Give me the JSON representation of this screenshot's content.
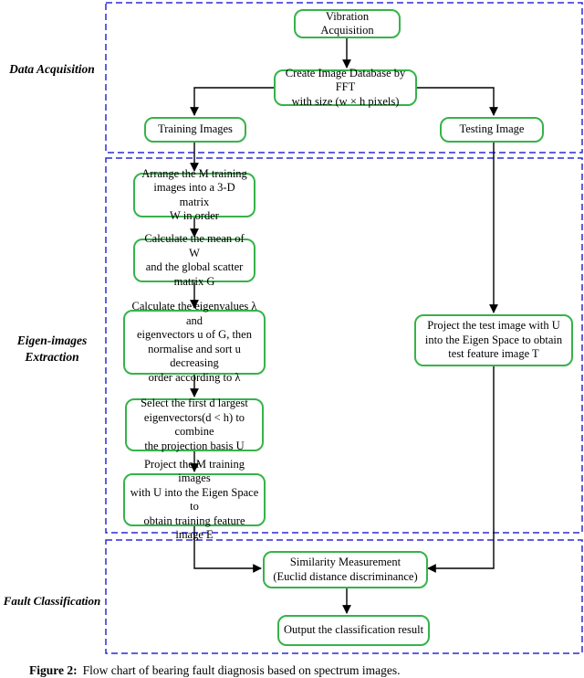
{
  "stages": {
    "acquisition": "Data Acquisition",
    "eigen_line1": "Eigen-images",
    "eigen_line2": "Extraction",
    "classification": "Fault Classification"
  },
  "nodes": {
    "vibration": [
      "Vibration Acquisition"
    ],
    "database": [
      "Create Image Database by FFT",
      "with size (w × h pixels)"
    ],
    "training_images": [
      "Training Images"
    ],
    "testing_image": [
      "Testing Image"
    ],
    "arrange": [
      "Arrange the M training",
      "images into a 3-D matrix",
      "W in order"
    ],
    "mean": [
      "Calculate the mean of W",
      "and the global scatter",
      "matrix G"
    ],
    "eigenvalues": [
      "Calculate the eigenvalues λ and",
      "eigenvectors u of G, then",
      "normalise and sort u decreasing",
      "order according to λ"
    ],
    "select": [
      "Select the first d largest",
      "eigenvectors(d < h) to combine",
      "the projection basis U"
    ],
    "project_train": [
      "Project the M training images",
      "with U into the Eigen Space to",
      "obtain training feature image E"
    ],
    "project_test": [
      "Project the test image with U",
      "into the Eigen Space to obtain",
      "test feature image T"
    ],
    "similarity": [
      "Similarity Measurement",
      "(Euclid distance discriminance)"
    ],
    "output": [
      "Output the classification result"
    ]
  },
  "caption": {
    "label": "Figure 2:",
    "text": "Flow chart of bearing fault diagnosis based on spectrum images."
  },
  "colors": {
    "node_border": "#36b34a",
    "region_border": "#2b2bd6",
    "arrow": "#000000"
  }
}
